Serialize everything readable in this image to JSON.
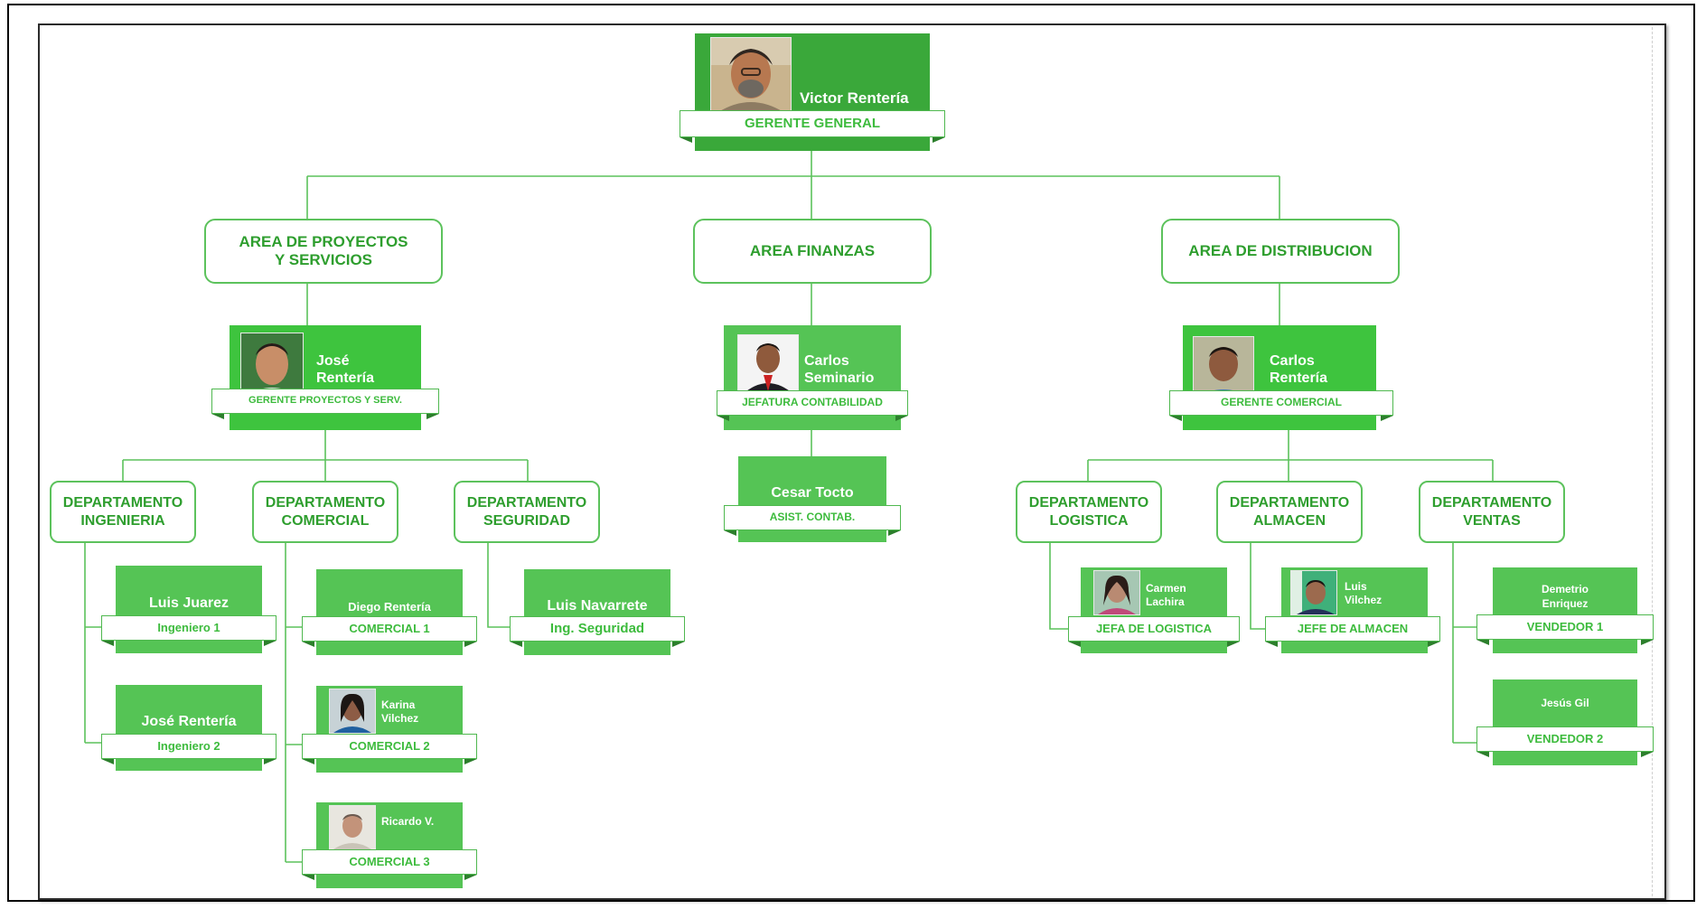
{
  "areas": {
    "proyectos": "AREA DE PROYECTOS Y SERVICIOS",
    "finanzas": "AREA FINANZAS",
    "distribucion": "AREA DE DISTRIBUCION"
  },
  "departments": {
    "ingenieria": "DEPARTAMENTO INGENIERIA",
    "comercial": "DEPARTAMENTO COMERCIAL",
    "seguridad": "DEPARTAMENTO SEGURIDAD",
    "logistica": "DEPARTAMENTO LOGISTICA",
    "almacen": "DEPARTAMENTO ALMACEN",
    "ventas": "DEPARTAMENTO VENTAS"
  },
  "people": {
    "ceo": {
      "name": "Victor Rentería",
      "title": "GERENTE GENERAL"
    },
    "jose_r": {
      "name": "José Rentería",
      "title": "GERENTE PROYECTOS Y SERV."
    },
    "carlos_s": {
      "name": "Carlos Seminario",
      "title": "JEFATURA CONTABILIDAD"
    },
    "carlos_r": {
      "name": "Carlos Rentería",
      "title": "GERENTE COMERCIAL"
    },
    "cesar": {
      "name": "Cesar Tocto",
      "title": "ASIST. CONTAB."
    },
    "luis_j": {
      "name": "Luis Juarez",
      "title": "Ingeniero 1"
    },
    "jose_r2": {
      "name": "José Rentería",
      "title": "Ingeniero 2"
    },
    "diego": {
      "name": "Diego Rentería",
      "title": "COMERCIAL 1"
    },
    "karina": {
      "name": "Karina Vilchez",
      "title": "COMERCIAL 2"
    },
    "ricardo": {
      "name": "Ricardo V.",
      "title": "COMERCIAL 3"
    },
    "luis_n": {
      "name": "Luis Navarrete",
      "title": "Ing. Seguridad"
    },
    "carmen": {
      "name": "Carmen Lachira",
      "title": "JEFA DE LOGISTICA"
    },
    "luis_v": {
      "name": "Luis Vilchez",
      "title": "JEFE DE ALMACEN"
    },
    "demetrio": {
      "name": "Demetrio Enriquez",
      "title": "VENDEDOR 1"
    },
    "jesus": {
      "name": "Jesús Gil",
      "title": "VENDEDOR 2"
    }
  },
  "colors": {
    "accent": "#55c455",
    "accent_dark": "#3aa83a",
    "text_green": "#2e9e2e",
    "line": "#5cc25c"
  }
}
